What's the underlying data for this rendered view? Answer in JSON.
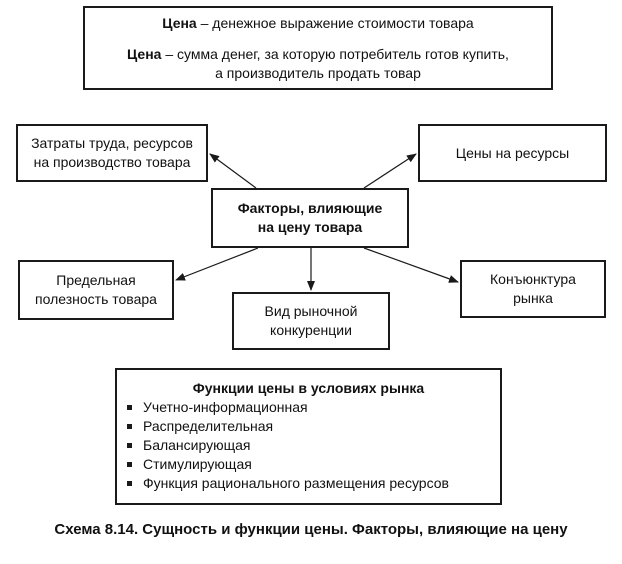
{
  "definition": {
    "line1_term": "Цена",
    "line1_rest": " – денежное выражение стоимости товара",
    "line2_term": "Цена",
    "line2_rest": " – сумма денег, за которую потребитель готов купить,",
    "line3": "а производитель продать товар"
  },
  "factors": {
    "center_line1": "Факторы, влияющие",
    "center_line2": "на цену товара",
    "labor_line1": "Затраты труда, ресурсов",
    "labor_line2": "на производство товара",
    "resources": "Цены на ресурсы",
    "utility_line1": "Предельная",
    "utility_line2": "полезность товара",
    "competition_line1": "Вид рыночной",
    "competition_line2": "конкуренции",
    "market_line1": "Конъюнктура",
    "market_line2": "рынка"
  },
  "functions": {
    "title": "Функции цены в условиях рынка",
    "items": [
      "Учетно-информационная",
      "Распределительная",
      "Балансирующая",
      "Стимулирующая",
      "Функция рационального размещения ресурсов"
    ]
  },
  "caption": "Схема 8.14. Сущность и функции цены. Факторы, влияющие на цену"
}
